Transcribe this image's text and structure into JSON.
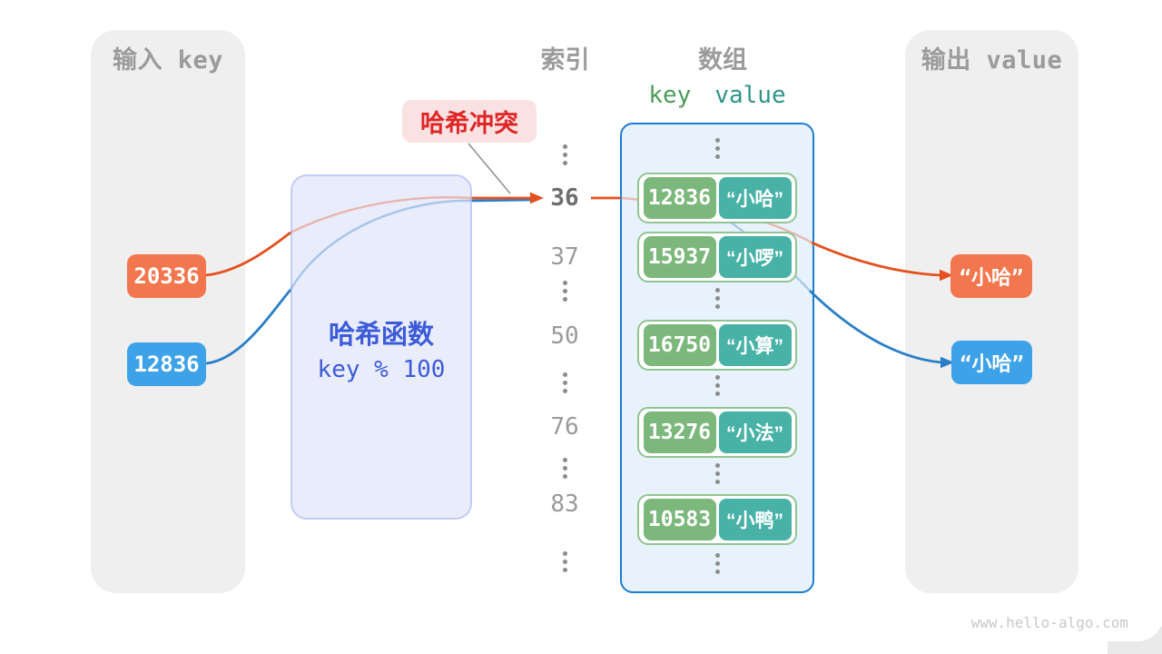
{
  "panels": {
    "input": {
      "title": "输入 key",
      "items": [
        {
          "value": "20336",
          "color": "orange"
        },
        {
          "value": "12836",
          "color": "blue"
        }
      ]
    },
    "output": {
      "title": "输出 value",
      "items": [
        {
          "value": "“小哈”",
          "color": "orange"
        },
        {
          "value": "“小哈”",
          "color": "blue"
        }
      ]
    }
  },
  "hash_function": {
    "title": "哈希函数",
    "formula": "key % 100"
  },
  "collision_label": "哈希冲突",
  "index_column": {
    "title": "索引",
    "values": [
      "36",
      "37",
      "50",
      "76",
      "83"
    ],
    "emphasized": "36"
  },
  "array": {
    "title": "数组",
    "key_header": "key",
    "value_header": "value",
    "rows": [
      {
        "key": "12836",
        "value": "“小哈”"
      },
      {
        "key": "15937",
        "value": "“小啰”"
      },
      {
        "key": "16750",
        "value": "“小算”"
      },
      {
        "key": "13276",
        "value": "“小法”"
      },
      {
        "key": "10583",
        "value": "“小鸭”"
      }
    ]
  },
  "branding": {
    "watermark": "www.hello-algo.com"
  },
  "colors": {
    "orange_box": "#f2764e",
    "blue_box": "#3da2e8",
    "arrow_orange": "#e4511f",
    "arrow_blue": "#2a7fc8",
    "connector_gray": "#8f8f8f",
    "key_green": "#7cb87c",
    "value_teal": "#48b2a7",
    "array_border": "#1d7dd2",
    "array_bg": "#e7f2fc",
    "hash_text": "#3c5bd8",
    "collision_red": "#de2626",
    "panel_gray": "#efefef",
    "heading_gray": "#9b9b9b"
  }
}
